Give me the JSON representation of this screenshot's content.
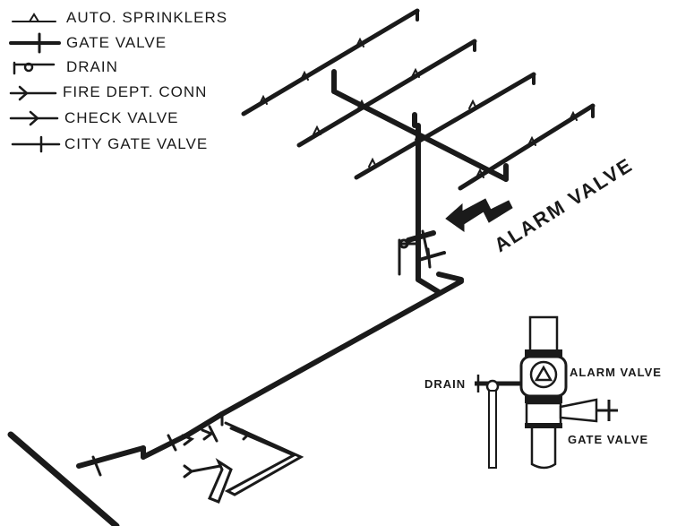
{
  "legend": {
    "sprinklers": "AUTO. SPRINKLERS",
    "gate_valve": "GATE VALVE",
    "drain": "DRAIN",
    "fire_dept": "FIRE DEPT. CONN",
    "check_valve": "CHECK VALVE",
    "city_gate": "CITY GATE VALVE"
  },
  "labels": {
    "alarm_valve_main": "ALARM VALVE",
    "detail_drain": "DRAIN",
    "detail_alarm_valve": "ALARM VALVE",
    "detail_gate_valve": "GATE VALVE"
  },
  "colors": {
    "ink": "#1a1a1a",
    "paper": "#ffffff"
  }
}
